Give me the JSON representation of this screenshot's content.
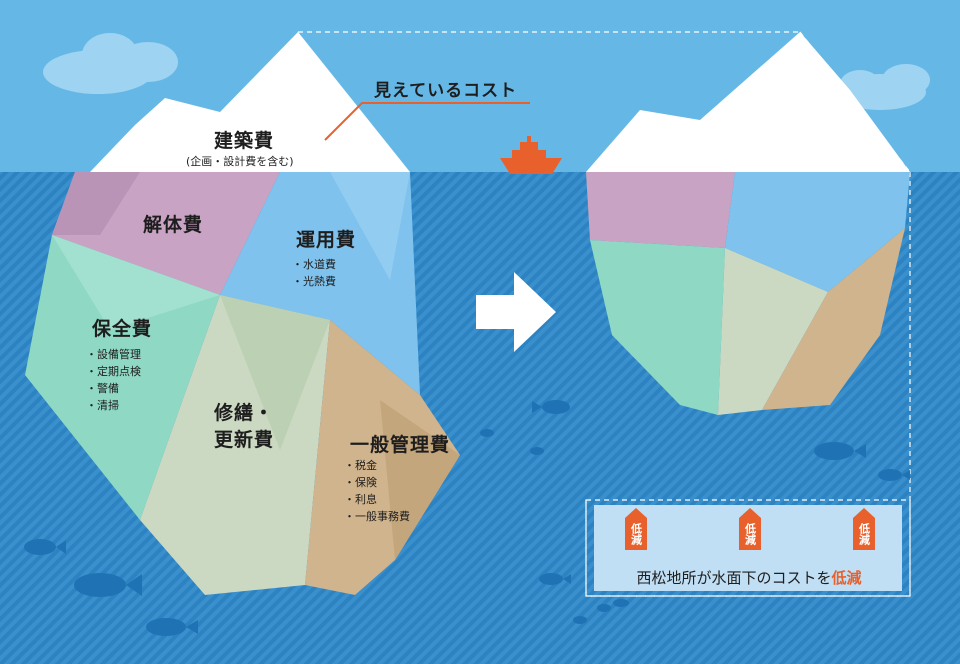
{
  "visible_cost_label": "見えているコスト",
  "top_section": {
    "title": "建築費",
    "subtitle": "(企画・設計費を含む)"
  },
  "segments": {
    "demolition": {
      "title": "解体費"
    },
    "operation": {
      "title": "運用費",
      "items": [
        "水道費",
        "光熱費"
      ]
    },
    "maintenance": {
      "title": "保全費",
      "items": [
        "設備管理",
        "定期点検",
        "警備",
        "清掃"
      ]
    },
    "repair": {
      "title_line1": "修繕・",
      "title_line2": "更新費"
    },
    "general": {
      "title": "一般管理費",
      "items": [
        "税金",
        "保険",
        "利息",
        "一般事務費"
      ]
    }
  },
  "reduction": {
    "arrow_label": "低減",
    "text_prefix": "西松地所が水面下のコストを",
    "text_emphasis": "低減"
  },
  "colors": {
    "sky": "#65b8e6",
    "sea": "#2a7fbe",
    "accent": "#e8612c",
    "ice_white": "#ffffff",
    "demolition": "#c9a3c4",
    "operation": "#7fc2ee",
    "maintenance": "#8ed8c4",
    "repair": "#cbd9c2",
    "general": "#d0b48d"
  }
}
